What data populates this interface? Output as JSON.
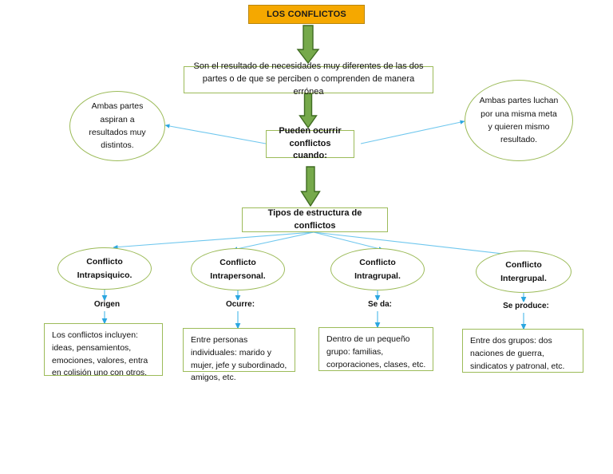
{
  "diagram": {
    "title": "LOS CONFLICTOS",
    "colors": {
      "title_fill": "#F5A800",
      "title_border": "#B8860B",
      "box_border": "#9CBB59",
      "connector_blue": "#4BB3E8",
      "arrow_green_fill": "#76A94B",
      "arrow_green_border": "#3F6B22"
    },
    "nodes": {
      "title": "LOS CONFLICTOS",
      "definition": "Son el resultado de necesidades muy diferentes de las dos partes o de que se perciben o comprenden de manera errónea",
      "cause_header": "Pueden ocurrir conflictos cuando:",
      "side_left": "Ambas partes aspiran a resultados muy distintos.",
      "side_right": "Ambas partes luchan por una misma meta y quieren mismo resultado.",
      "types_header": "Tipos de estructura de conflictos"
    },
    "types": [
      {
        "ellipse_line1": "Conflicto",
        "ellipse_line2": "Intrapsiquico.",
        "connector_label": "Origen",
        "detail": "Los conflictos incluyen: ideas, pensamientos, emociones, valores, entra en colisión uno con otros."
      },
      {
        "ellipse_line1": "Conflicto",
        "ellipse_line2": "Intrapersonal.",
        "connector_label": "Ocurre:",
        "detail": "Entre personas individuales: marido y mujer, jefe y subordinado, amigos, etc."
      },
      {
        "ellipse_line1": "Conflicto",
        "ellipse_line2": "Intragrupal.",
        "connector_label": "Se da:",
        "detail": "Dentro de un pequeño grupo: familias, corporaciones, clases, etc."
      },
      {
        "ellipse_line1": "Conflicto",
        "ellipse_line2": "Intergrupal.",
        "connector_label": "Se produce:",
        "detail": "Entre dos grupos: dos naciones de guerra, sindicatos y patronal, etc."
      }
    ]
  }
}
